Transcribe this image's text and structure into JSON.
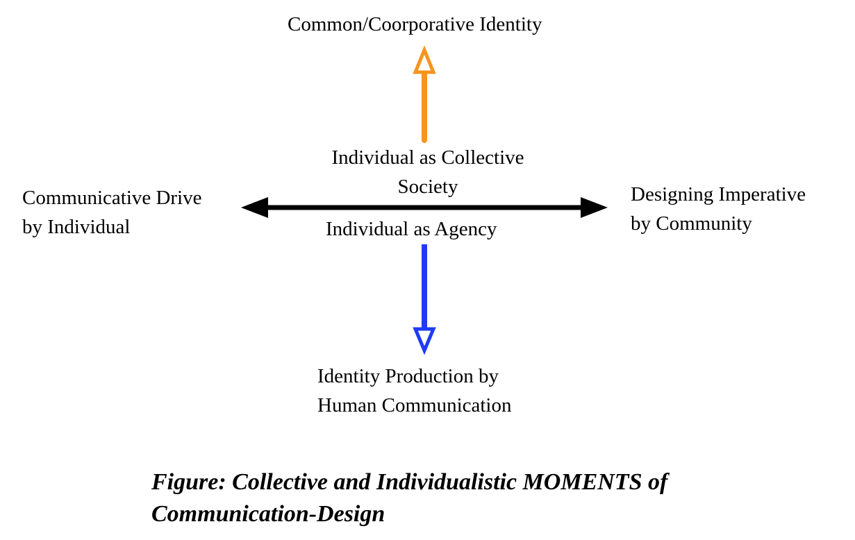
{
  "diagram": {
    "top": "Common/Coorporative Identity",
    "center_upper": [
      "Individual as Collective",
      "Society"
    ],
    "center_lower": "Individual as Agency",
    "left": [
      "Communicative Drive",
      "by Individual"
    ],
    "right": [
      "Designing Imperative",
      "by Community"
    ],
    "bottom": [
      "Identity Production by",
      "Human Communication"
    ]
  },
  "caption": [
    "Figure: Collective and Individualistic MOMENTS of",
    "Communication-Design"
  ],
  "colors": {
    "up_arrow": "#F7941D",
    "down_arrow": "#1F3BF5",
    "horizontal_arrow": "#000000"
  }
}
